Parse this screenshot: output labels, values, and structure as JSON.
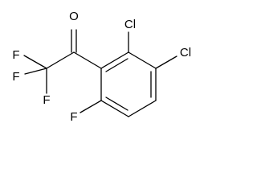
{
  "molecule": {
    "atoms": {
      "oxygen": "O",
      "fluorine_1": "F",
      "fluorine_2": "F",
      "fluorine_3": "F",
      "fluorine_ring": "F",
      "chlorine_1": "Cl",
      "chlorine_2": "Cl"
    }
  }
}
